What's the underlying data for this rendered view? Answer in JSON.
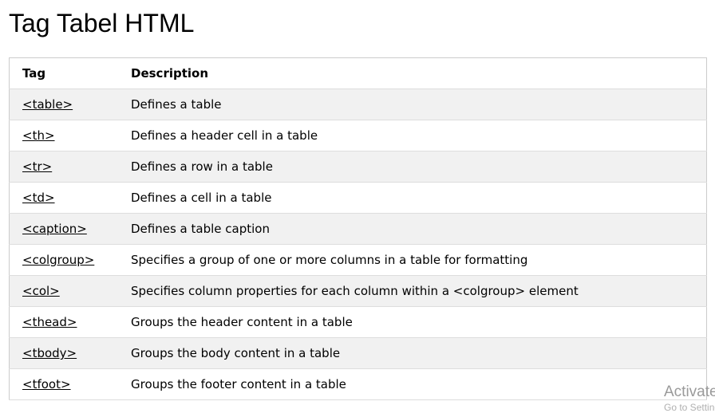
{
  "page": {
    "title": "Tag Tabel HTML"
  },
  "table": {
    "headers": [
      "Tag",
      "Description"
    ],
    "rows": [
      {
        "tag": "<table>",
        "description": "Defines a table"
      },
      {
        "tag": "<th>",
        "description": "Defines a header cell in a table"
      },
      {
        "tag": "<tr>",
        "description": "Defines a row in a table"
      },
      {
        "tag": "<td>",
        "description": "Defines a cell in a table"
      },
      {
        "tag": "<caption>",
        "description": "Defines a table caption"
      },
      {
        "tag": "<colgroup>",
        "description": "Specifies a group of one or more columns in a table for formatting"
      },
      {
        "tag": "<col>",
        "description": "Specifies column properties for each column within a <colgroup> element"
      },
      {
        "tag": "<thead>",
        "description": "Groups the header content in a table"
      },
      {
        "tag": "<tbody>",
        "description": "Groups the body content in a table"
      },
      {
        "tag": "<tfoot>",
        "description": "Groups the footer content in a table"
      }
    ]
  },
  "watermark": {
    "line1": "Activate",
    "line2": "Go to Settings"
  },
  "colors": {
    "row_stripe": "#f1f1f1",
    "border": "#cccccc",
    "watermark": "#9a9a9a"
  }
}
